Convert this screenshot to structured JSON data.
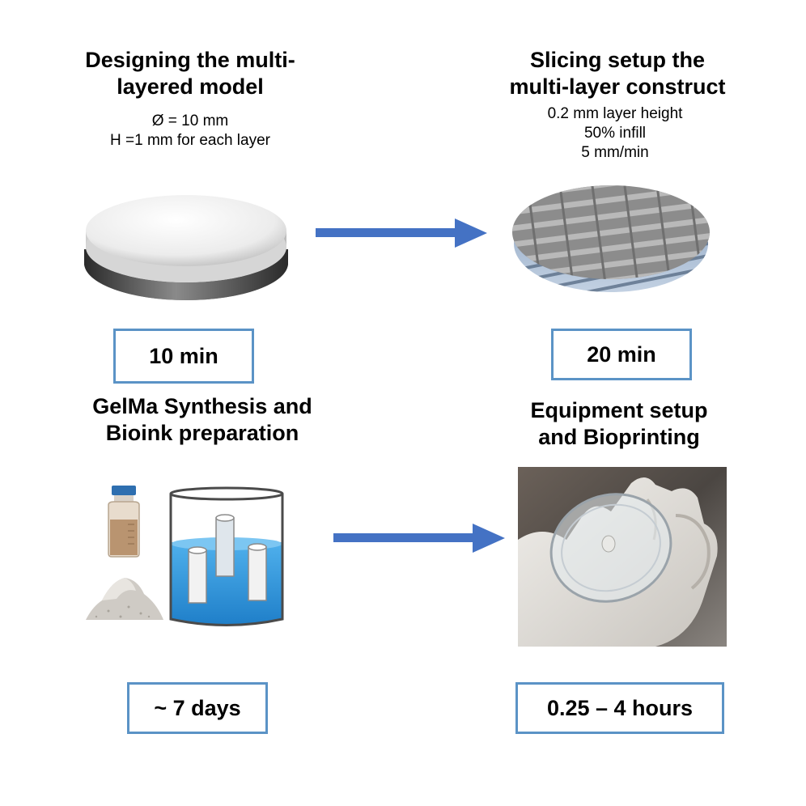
{
  "steps": [
    {
      "title_line1": "Designing the multi-",
      "title_line2": "layered model",
      "details": [
        "Ø = 10 mm",
        "H =1 mm for each layer"
      ],
      "time": "10 min"
    },
    {
      "title_line1": "Slicing setup the",
      "title_line2": "multi-layer construct",
      "details": [
        "0.2 mm layer height",
        "50% infill",
        "5 mm/min"
      ],
      "time": "20 min"
    },
    {
      "title_line1": "GelMa Synthesis and",
      "title_line2": "Bioink preparation",
      "details": [],
      "time": "~ 7 days"
    },
    {
      "title_line1": "Equipment setup",
      "title_line2": "and Bioprinting",
      "details": [],
      "time": "0.25 – 4 hours"
    }
  ],
  "colors": {
    "arrow": "#4472c4",
    "box_border": "#5b93c6",
    "beaker_liquid": "#2b8fd6"
  },
  "icons": {
    "disc_model": "two-layer-disc-icon",
    "sliced_mesh": "sliced-lattice-icon",
    "bottle": "reagent-bottle-icon",
    "powder": "powder-pile-icon",
    "beaker": "beaker-with-cylinders-icon",
    "photo": "petri-dish-photo"
  }
}
